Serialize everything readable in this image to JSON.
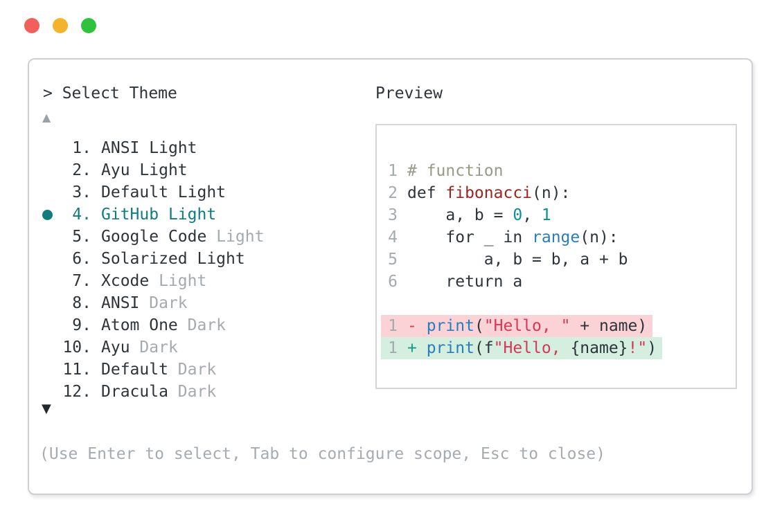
{
  "window": {
    "traffic_lights": [
      "#f35f5a",
      "#f3b32b",
      "#2fc23b"
    ]
  },
  "colors": {
    "accent_teal": "#107c7c",
    "text": "#2d343a",
    "muted": "#a5aaaf",
    "comment": "#999988",
    "function_name": "#9e2420",
    "number_literal": "#0a8f98",
    "builtin": "#2a7dbb",
    "string": "#d93756",
    "diff_minus": "#d43d4f",
    "diff_plus": "#159b80",
    "removed_line_bg": "#fbd2d5",
    "added_line_bg": "#d4eee0"
  },
  "theme_picker": {
    "title": "> Select Theme",
    "scroll_up_icon": "▲",
    "scroll_down_icon": "▼",
    "items": [
      {
        "num": "1.",
        "name": "ANSI",
        "variant": "Light",
        "variant_dimmed": false,
        "selected": false
      },
      {
        "num": "2.",
        "name": "Ayu",
        "variant": "Light",
        "variant_dimmed": false,
        "selected": false
      },
      {
        "num": "3.",
        "name": "Default",
        "variant": "Light",
        "variant_dimmed": false,
        "selected": false
      },
      {
        "num": "4.",
        "name": "GitHub",
        "variant": "Light",
        "variant_dimmed": false,
        "selected": true
      },
      {
        "num": "5.",
        "name": "Google Code",
        "variant": "Light",
        "variant_dimmed": true,
        "selected": false
      },
      {
        "num": "6.",
        "name": "Solarized",
        "variant": "Light",
        "variant_dimmed": false,
        "selected": false
      },
      {
        "num": "7.",
        "name": "Xcode",
        "variant": "Light",
        "variant_dimmed": true,
        "selected": false
      },
      {
        "num": "8.",
        "name": "ANSI",
        "variant": "Dark",
        "variant_dimmed": true,
        "selected": false
      },
      {
        "num": "9.",
        "name": "Atom One",
        "variant": "Dark",
        "variant_dimmed": true,
        "selected": false
      },
      {
        "num": "10.",
        "name": "Ayu",
        "variant": "Dark",
        "variant_dimmed": true,
        "selected": false
      },
      {
        "num": "11.",
        "name": "Default",
        "variant": "Dark",
        "variant_dimmed": true,
        "selected": false
      },
      {
        "num": "12.",
        "name": "Dracula",
        "variant": "Dark",
        "variant_dimmed": true,
        "selected": false
      }
    ],
    "help_text": "(Use Enter to select, Tab to configure scope, Esc to close)"
  },
  "preview": {
    "title": "Preview",
    "code_lines": [
      {
        "no": "1",
        "bg": "none",
        "tokens": [
          {
            "text": "# function",
            "color": "comment"
          }
        ]
      },
      {
        "no": "2",
        "bg": "none",
        "tokens": [
          {
            "text": "def ",
            "color": "default"
          },
          {
            "text": "fibonacci",
            "color": "function"
          },
          {
            "text": "(n):",
            "color": "default"
          }
        ]
      },
      {
        "no": "3",
        "bg": "none",
        "tokens": [
          {
            "text": "    a, b = ",
            "color": "default"
          },
          {
            "text": "0",
            "color": "number"
          },
          {
            "text": ", ",
            "color": "default"
          },
          {
            "text": "1",
            "color": "number"
          }
        ]
      },
      {
        "no": "4",
        "bg": "none",
        "tokens": [
          {
            "text": "    for _ in ",
            "color": "default"
          },
          {
            "text": "range",
            "color": "builtin"
          },
          {
            "text": "(n):",
            "color": "default"
          }
        ]
      },
      {
        "no": "5",
        "bg": "none",
        "tokens": [
          {
            "text": "        a, b = b, a + b",
            "color": "default"
          }
        ]
      },
      {
        "no": "6",
        "bg": "none",
        "tokens": [
          {
            "text": "    return a",
            "color": "default"
          }
        ]
      },
      {
        "no": "",
        "bg": "none",
        "tokens": []
      },
      {
        "no": "1",
        "bg": "removed",
        "tokens": [
          {
            "text": "- ",
            "color": "minus"
          },
          {
            "text": "print",
            "color": "builtin"
          },
          {
            "text": "(",
            "color": "default"
          },
          {
            "text": "\"Hello, \"",
            "color": "string"
          },
          {
            "text": " + name)",
            "color": "default"
          }
        ]
      },
      {
        "no": "1",
        "bg": "added",
        "tokens": [
          {
            "text": "+ ",
            "color": "plus"
          },
          {
            "text": "print",
            "color": "builtin"
          },
          {
            "text": "(f",
            "color": "default"
          },
          {
            "text": "\"Hello, ",
            "color": "string"
          },
          {
            "text": "{name}",
            "color": "default"
          },
          {
            "text": "!\"",
            "color": "string"
          },
          {
            "text": ")",
            "color": "default"
          }
        ]
      }
    ]
  }
}
